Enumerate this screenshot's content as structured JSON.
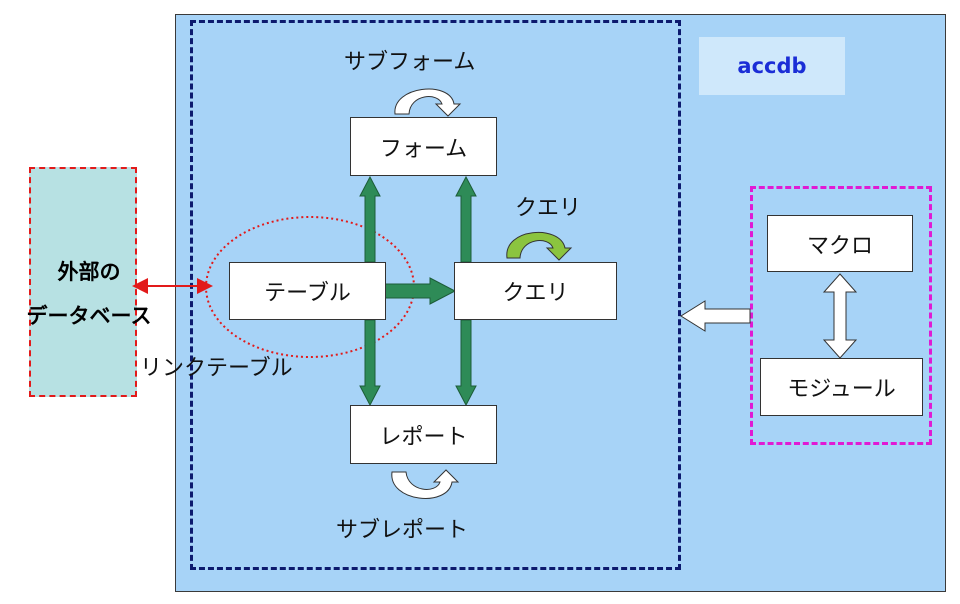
{
  "badge": {
    "label": "accdb"
  },
  "external_db": {
    "line1": "外部の",
    "line2": "データベース"
  },
  "link_table_label": "リンクテーブル",
  "nodes": {
    "form": "フォーム",
    "table": "テーブル",
    "query": "クエリ",
    "report": "レポート",
    "macro": "マクロ",
    "module": "モジュール"
  },
  "self_loops": {
    "subform": "サブフォーム",
    "subquery": "クエリ",
    "subreport": "サブレポート"
  },
  "colors": {
    "panel": "#a7d3f7",
    "inner_frame": "#0d1a6e",
    "badge_text": "#1a2dd6",
    "ext_db_fill": "#b7e1e3",
    "ext_db_border": "#e21a1a",
    "pink_frame": "#e01ad4",
    "green_arrow": "#2e8b57",
    "query_loop": "#8bc43f"
  }
}
